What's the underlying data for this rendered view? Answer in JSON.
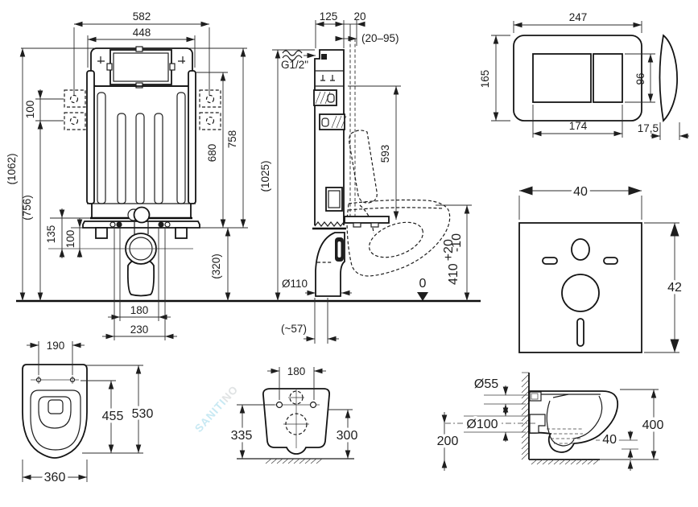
{
  "watermark": {
    "part1": "SANITI",
    "part2": "NO"
  },
  "colors": {
    "line": "#1e1e1e",
    "watermark_blue": "#c8e9f3",
    "watermark_gray": "#e0e3e4",
    "background": "#ffffff"
  },
  "views": {
    "frame_front": {
      "label": "cistern-frame-front-view",
      "dims": {
        "w582": "582",
        "w448": "448",
        "h1062": "(1062)",
        "s100": "100",
        "h756": "(756)",
        "h135": "135",
        "h100": "100",
        "h680": "680",
        "h758": "758",
        "h320": "(320)",
        "w180": "180",
        "w230": "230"
      }
    },
    "frame_side": {
      "label": "cistern-frame-side-view",
      "dims": {
        "d125": "125",
        "d20": "20",
        "range": "(20–95)",
        "supply": "G1/2\"",
        "h1025": "(1025)",
        "h593": "593",
        "h410": "410",
        "tol_up": "+20",
        "tol_dn": "-10",
        "dia110": "Ø110",
        "off57": "(~57)",
        "datum": "0"
      }
    },
    "flush_plate": {
      "label": "flush-plate-view",
      "dims": {
        "w247": "247",
        "h165": "165",
        "h96": "96",
        "w174": "174",
        "t175": "17,5"
      }
    },
    "pad": {
      "label": "sound-insulation-pad-view",
      "dims": {
        "w40": "40",
        "h42": "42"
      }
    },
    "bowl_top": {
      "label": "bowl-top-view",
      "dims": {
        "s190": "190",
        "l455": "455",
        "l530": "530",
        "w360": "360"
      }
    },
    "bowl_back": {
      "label": "bowl-back-view",
      "dims": {
        "s180": "180",
        "h335": "335",
        "h300": "300"
      }
    },
    "bowl_side": {
      "label": "bowl-installed-side-view",
      "dims": {
        "d55": "Ø55",
        "d100": "Ø100",
        "h200": "200",
        "g40": "40",
        "h400": "400"
      }
    }
  }
}
